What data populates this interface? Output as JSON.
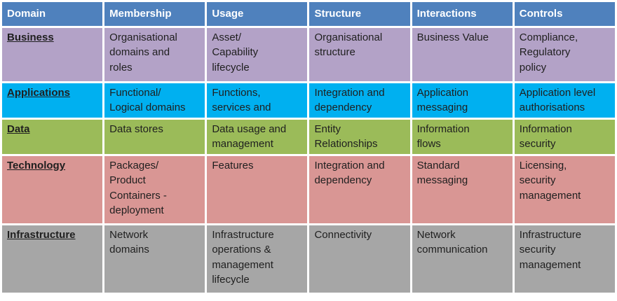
{
  "palette": {
    "header_bg": "#4F81BD",
    "header_text": "#FFFFFF",
    "business_bg": "#B3A2C7",
    "applications_bg": "#00B0F0",
    "data_bg": "#9BBB59",
    "technology_bg": "#D99694",
    "infrastructure_bg": "#A6A6A6",
    "grid_color": "#FFFFFF",
    "body_text": "#1F1F1F"
  },
  "table": {
    "header": [
      "Domain",
      "Membership",
      "Usage",
      "Structure",
      "Interactions",
      "Controls"
    ],
    "rows": [
      {
        "domain": "Business",
        "color": "#B3A2C7",
        "membership": "Organisational\ndomains and\nroles",
        "usage": "Asset/\nCapability\nlifecycle",
        "structure": "Organisational\nstructure",
        "interactions": "Business Value",
        "controls": "Compliance,\nRegulatory\npolicy"
      },
      {
        "domain": "Applications",
        "color": "#00B0F0",
        "membership": "Functional/\nLogical domains",
        "usage": "Functions,\nservices and",
        "structure": "Integration and\ndependency",
        "interactions": "Application\nmessaging",
        "controls": "Application level\nauthorisations"
      },
      {
        "domain": "Data",
        "color": "#9BBB59",
        "membership": "Data stores",
        "usage": "Data usage and\nmanagement",
        "structure": "Entity\nRelationships",
        "interactions": "Information\nflows",
        "controls": "Information\nsecurity"
      },
      {
        "domain": "Technology",
        "color": "#D99694",
        "membership": "Packages/\nProduct\nContainers -\ndeployment",
        "usage": "Features",
        "structure": "Integration and\ndependency",
        "interactions": "Standard\nmessaging",
        "controls": "Licensing,\nsecurity\nmanagement"
      },
      {
        "domain": "Infrastructure",
        "color": "#A6A6A6",
        "membership": "Network\ndomains",
        "usage": "Infrastructure\noperations &\nmanagement\nlifecycle",
        "structure": "Connectivity",
        "interactions": "Network\ncommunication",
        "controls": "Infrastructure\nsecurity\nmanagement"
      }
    ]
  }
}
